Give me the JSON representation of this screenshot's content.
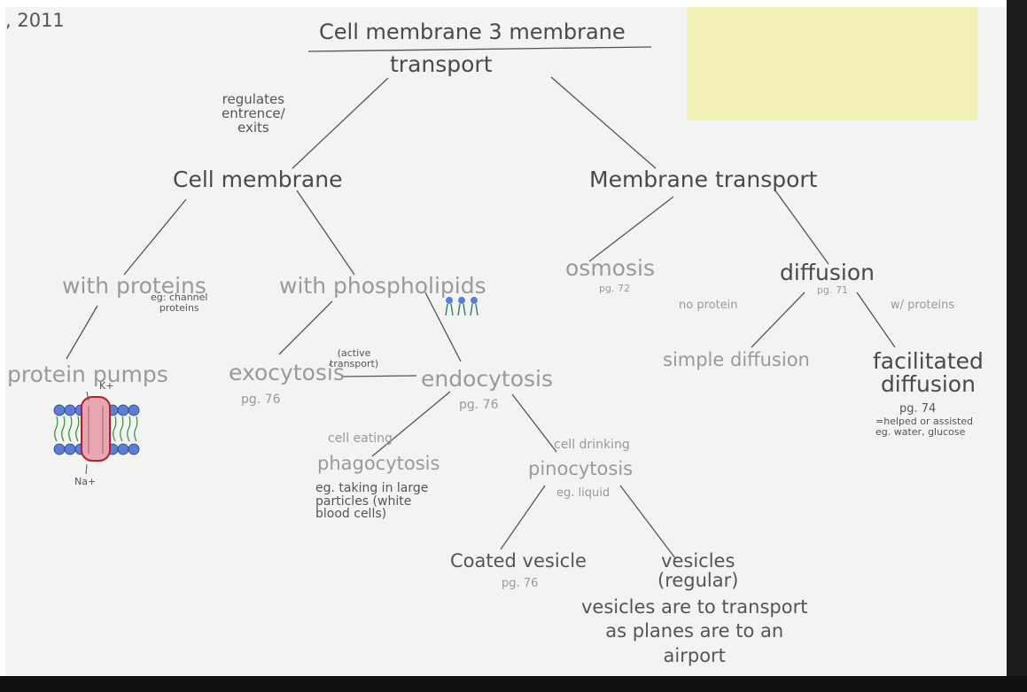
{
  "date": ", 2011",
  "title": "Cell membrane 3 membrane",
  "root": "transport",
  "branch_note": "regulates\nentrence/\nexits",
  "cell_membrane": "Cell membrane",
  "membrane_transport": "Membrane transport",
  "with_proteins": "with proteins",
  "channel_note": "eg: channel\nproteins",
  "protein_pumps": "protein pumps",
  "k_label": "K+",
  "na_label": "Na+",
  "with_phospholipids": "with phospholipids",
  "exocytosis": "exocytosis",
  "exo_page": "pg. 76",
  "active_transport": "(active\ntransport)",
  "endocytosis": "endocytosis",
  "endo_page": "pg. 76",
  "cell_eating": "cell eating",
  "phagocytosis": "phagocytosis",
  "phago_note": "eg. taking in large\nparticles (white\nblood cells)",
  "cell_drinking": "cell drinking",
  "pinocytosis": "pinocytosis",
  "pino_note": "eg. liquid",
  "coated_vesicle": "Coated vesicle",
  "coated_page": "pg. 76",
  "vesicles": "vesicles\n(regular)",
  "vesicle_note": "vesicles are to transport\nas planes are to an\nairport",
  "osmosis": "osmosis",
  "osmosis_page": "pg. 72",
  "diffusion": "diffusion",
  "diffusion_page": "pg. 71",
  "no_protein": "no protein",
  "w_proteins": "w/ proteins",
  "simple_diffusion": "simple diffusion",
  "facilitated": "facilitated\ndiffusion",
  "facilitated_page": "pg. 74",
  "facilitated_note": "=helped or assisted\neg. water, glucose",
  "colors": {
    "paper": "#f3f3f1",
    "sticky": "#f2efb4",
    "ink": "#4a4a4a",
    "pencil": "#9a9a9a",
    "membrane_blue": "#5b7fd6",
    "channel": "#e8a6b0"
  }
}
